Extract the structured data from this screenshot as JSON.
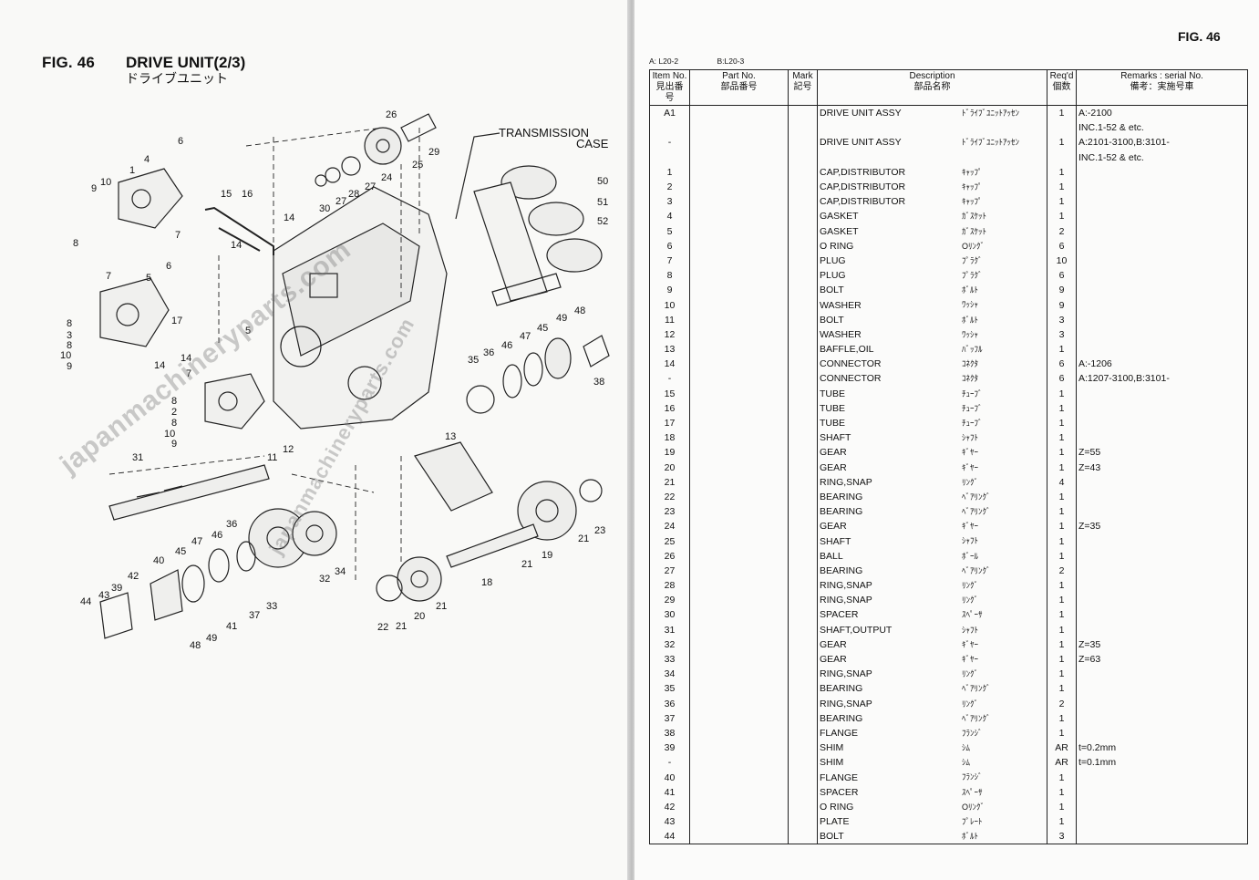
{
  "left": {
    "fig_no": "FIG. 46",
    "title": "DRIVE UNIT(2/3)",
    "title_jp": "ドライブユニット",
    "callout_transmission": "TRANSMISSION",
    "callout_case": "CASE",
    "watermark": "japanmachineryparts.com",
    "refs": [
      "26",
      "29",
      "6",
      "4",
      "1",
      "10",
      "9",
      "8",
      "7",
      "15",
      "16",
      "14",
      "14",
      "30",
      "27",
      "28",
      "27",
      "24",
      "25",
      "50",
      "51",
      "52",
      "7",
      "6",
      "5",
      "8",
      "3",
      "8",
      "10",
      "9",
      "17",
      "14",
      "14",
      "7",
      "5",
      "8",
      "2",
      "8",
      "10",
      "9",
      "11",
      "12",
      "31",
      "13",
      "35",
      "36",
      "46",
      "47",
      "45",
      "49",
      "48",
      "38",
      "36",
      "46",
      "47",
      "45",
      "40",
      "39",
      "42",
      "43",
      "44",
      "49",
      "48",
      "41",
      "37",
      "33",
      "32",
      "34",
      "18",
      "22",
      "21",
      "20",
      "21",
      "21",
      "19",
      "23",
      "21"
    ]
  },
  "right": {
    "fig_no": "FIG. 46",
    "model_a": "A: L20-2",
    "model_b": "B:L20-3",
    "headers": {
      "item": "Item No.",
      "item_jp": "見出番号",
      "part": "Part No.",
      "part_jp": "部品番号",
      "mark": "Mark",
      "mark_jp": "記号",
      "desc": "Description",
      "desc_jp": "部品名称",
      "req": "Req'd",
      "req_jp": "個数",
      "remarks": "Remarks : serial No.",
      "remarks_jp": "備考：実施号車"
    },
    "rows": [
      [
        "A1",
        "DRIVE UNIT ASSY",
        "ﾄﾞﾗｲﾌﾞﾕﾆｯﾄｱｯｾﾝ",
        "1",
        "A:-2100"
      ],
      [
        "",
        "",
        "",
        "",
        "INC.1-52 & etc."
      ],
      [
        "-",
        "DRIVE UNIT ASSY",
        "ﾄﾞﾗｲﾌﾞﾕﾆｯﾄｱｯｾﾝ",
        "1",
        "A:2101-3100,B:3101-"
      ],
      [
        "",
        "",
        "",
        "",
        "INC.1-52 & etc."
      ],
      [
        "1",
        "CAP,DISTRIBUTOR",
        "ｷｬｯﾌﾟ",
        "1",
        ""
      ],
      [
        "2",
        "CAP,DISTRIBUTOR",
        "ｷｬｯﾌﾟ",
        "1",
        ""
      ],
      [
        "3",
        "CAP,DISTRIBUTOR",
        "ｷｬｯﾌﾟ",
        "1",
        ""
      ],
      [
        "4",
        "GASKET",
        "ｶﾞｽｹｯﾄ",
        "1",
        ""
      ],
      [
        "5",
        "GASKET",
        "ｶﾞｽｹｯﾄ",
        "2",
        ""
      ],
      [
        "6",
        "O RING",
        "Oﾘﾝｸﾞ",
        "6",
        ""
      ],
      [
        "7",
        "PLUG",
        "ﾌﾟﾗｸﾞ",
        "10",
        ""
      ],
      [
        "8",
        "PLUG",
        "ﾌﾟﾗｸﾞ",
        "6",
        ""
      ],
      [
        "9",
        "BOLT",
        "ﾎﾞﾙﾄ",
        "9",
        ""
      ],
      [
        "10",
        "WASHER",
        "ﾜｯｼｬ",
        "9",
        ""
      ],
      [
        "11",
        "BOLT",
        "ﾎﾞﾙﾄ",
        "3",
        ""
      ],
      [
        "12",
        "WASHER",
        "ﾜｯｼｬ",
        "3",
        ""
      ],
      [
        "13",
        "BAFFLE,OIL",
        "ﾊﾞｯﾌﾙ",
        "1",
        ""
      ],
      [
        "14",
        "CONNECTOR",
        "ｺﾈｸﾀ",
        "6",
        "A:-1206"
      ],
      [
        "-",
        "CONNECTOR",
        "ｺﾈｸﾀ",
        "6",
        "A:1207-3100,B:3101-"
      ],
      [
        "15",
        "TUBE",
        "ﾁｭｰﾌﾞ",
        "1",
        ""
      ],
      [
        "16",
        "TUBE",
        "ﾁｭｰﾌﾞ",
        "1",
        ""
      ],
      [
        "17",
        "TUBE",
        "ﾁｭｰﾌﾞ",
        "1",
        ""
      ],
      [
        "18",
        "SHAFT",
        "ｼｬﾌﾄ",
        "1",
        ""
      ],
      [
        "19",
        "GEAR",
        "ｷﾞﾔｰ",
        "1",
        "Z=55"
      ],
      [
        "20",
        "GEAR",
        "ｷﾞﾔｰ",
        "1",
        "Z=43"
      ],
      [
        "21",
        "RING,SNAP",
        "ﾘﾝｸﾞ",
        "4",
        ""
      ],
      [
        "22",
        "BEARING",
        "ﾍﾞｱﾘﾝｸﾞ",
        "1",
        ""
      ],
      [
        "23",
        "BEARING",
        "ﾍﾞｱﾘﾝｸﾞ",
        "1",
        ""
      ],
      [
        "24",
        "GEAR",
        "ｷﾞﾔｰ",
        "1",
        "Z=35"
      ],
      [
        "25",
        "SHAFT",
        "ｼｬﾌﾄ",
        "1",
        ""
      ],
      [
        "26",
        "BALL",
        "ﾎﾞｰﾙ",
        "1",
        ""
      ],
      [
        "27",
        "BEARING",
        "ﾍﾞｱﾘﾝｸﾞ",
        "2",
        ""
      ],
      [
        "28",
        "RING,SNAP",
        "ﾘﾝｸﾞ",
        "1",
        ""
      ],
      [
        "29",
        "RING,SNAP",
        "ﾘﾝｸﾞ",
        "1",
        ""
      ],
      [
        "30",
        "SPACER",
        "ｽﾍﾟｰｻ",
        "1",
        ""
      ],
      [
        "31",
        "SHAFT,OUTPUT",
        "ｼｬﾌﾄ",
        "1",
        ""
      ],
      [
        "32",
        "GEAR",
        "ｷﾞﾔｰ",
        "1",
        "Z=35"
      ],
      [
        "33",
        "GEAR",
        "ｷﾞﾔｰ",
        "1",
        "Z=63"
      ],
      [
        "34",
        "RING,SNAP",
        "ﾘﾝｸﾞ",
        "1",
        ""
      ],
      [
        "35",
        "BEARING",
        "ﾍﾞｱﾘﾝｸﾞ",
        "1",
        ""
      ],
      [
        "36",
        "RING,SNAP",
        "ﾘﾝｸﾞ",
        "2",
        ""
      ],
      [
        "37",
        "BEARING",
        "ﾍﾞｱﾘﾝｸﾞ",
        "1",
        ""
      ],
      [
        "38",
        "FLANGE",
        "ﾌﾗﾝｼﾞ",
        "1",
        ""
      ],
      [
        "39",
        "SHIM",
        "ｼﾑ",
        "AR",
        "t=0.2mm"
      ],
      [
        "-",
        "SHIM",
        "ｼﾑ",
        "AR",
        "t=0.1mm"
      ],
      [
        "40",
        "FLANGE",
        "ﾌﾗﾝｼﾞ",
        "1",
        ""
      ],
      [
        "41",
        "SPACER",
        "ｽﾍﾟｰｻ",
        "1",
        ""
      ],
      [
        "42",
        "O RING",
        "Oﾘﾝｸﾞ",
        "1",
        ""
      ],
      [
        "43",
        "PLATE",
        "ﾌﾟﾚｰﾄ",
        "1",
        ""
      ],
      [
        "44",
        "BOLT",
        "ﾎﾞﾙﾄ",
        "3",
        ""
      ]
    ]
  }
}
